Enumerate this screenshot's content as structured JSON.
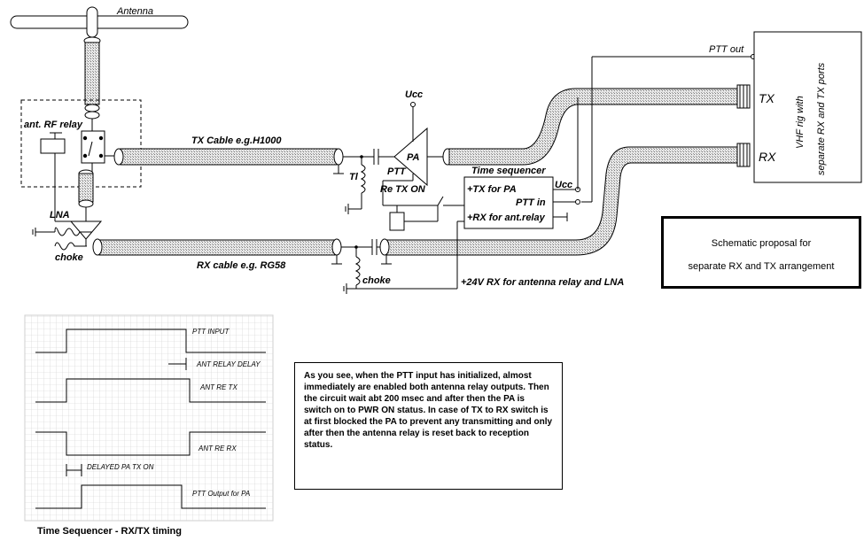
{
  "schematic": {
    "antenna_label": "Antenna",
    "relay_label": "ant. RF relay",
    "lna_label": "LNA",
    "choke_label_left": "choke",
    "choke_label_right": "choke",
    "tx_cable_label": "TX Cable e.g.H1000",
    "rx_cable_label": "RX cable  e.g. RG58",
    "tl_label": "Tl",
    "pa_label": "PA",
    "ptt_label": "PTT",
    "re_tx_on_label": "Re TX ON",
    "ucc_top_label": "Ucc",
    "ucc_seq_label": "Ucc",
    "sequencer_title": "Time sequencer",
    "seq_tx_for_pa": "+TX for PA",
    "seq_ptt_in": "PTT in",
    "seq_rx_for_relay": "+RX for ant.relay",
    "supply_label": "+24V RX for antenna relay and LNA",
    "ptt_out_label": "PTT out",
    "rig_label_line1": "VHF rig with",
    "rig_label_line2": "separate RX and TX ports",
    "tx_port_label": "TX",
    "rx_port_label": "RX"
  },
  "proposal": {
    "line1": "Schematic proposal for",
    "line2": "separate RX and TX arrangement"
  },
  "timing": {
    "caption": "Time Sequencer - RX/TX timing",
    "signals": {
      "ptt_input": "PTT INPUT",
      "ant_relay_delay": "ANT RELAY DELAY",
      "ant_re_tx": "ANT RE TX",
      "ant_re_rx": "ANT RE RX",
      "delayed_pa_tx_on": "DELAYED PA TX ON",
      "ptt_output_for_pa": "PTT Output for PA"
    }
  },
  "note": {
    "text": "As you see, when the PTT input has initialized, almost immediately are enabled both antenna relay outputs. Then the circuit wait abt 200 msec and after then the PA is switch on to PWR ON status. In case of TX to RX switch is at first blocked the PA to prevent any transmitting and only after then the antenna relay is reset back to reception status."
  }
}
